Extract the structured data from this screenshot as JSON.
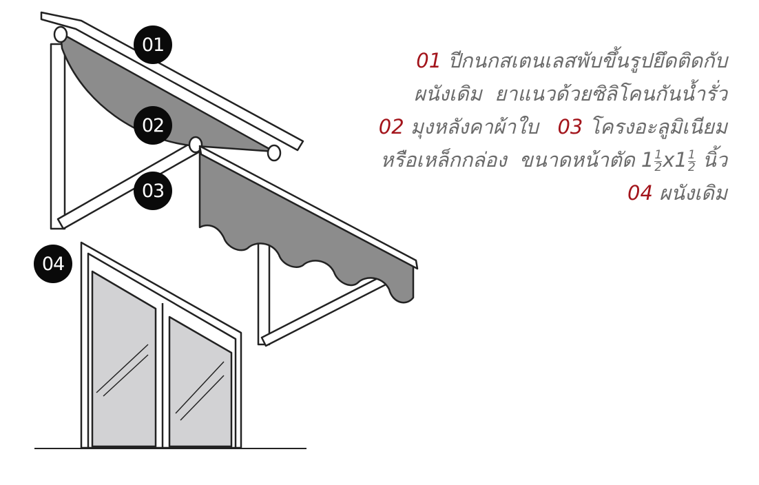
{
  "badges": [
    "01",
    "02",
    "03",
    "04"
  ],
  "description": {
    "item1_num": "01",
    "item1_text_a": "ปีกนกสเตนเลสพับขึ้นรูปยึดติดกับ",
    "item1_text_b": "ผนังเดิม  ยาแนวด้วยซิลิโคนกันน้ำรั่ว",
    "item2_num": "02",
    "item2_text": "มุงหลังคาผ้าใบ",
    "item3_num": "03",
    "item3_text_a": "โครงอะลูมิเนียม",
    "item3_text_b": "หรือเหล็กกล่อง  ขนาดหน้าตัด 1",
    "frac_num": "1",
    "frac_den": "2",
    "times": "x1",
    "unit": "นิ้ว",
    "item4_num": "04",
    "item4_text": "ผนังเดิม"
  },
  "colors": {
    "accent": "#a3141b",
    "text": "#6a6a6a",
    "canvas": "#8c8c8c",
    "glass": "#d2d2d4"
  }
}
